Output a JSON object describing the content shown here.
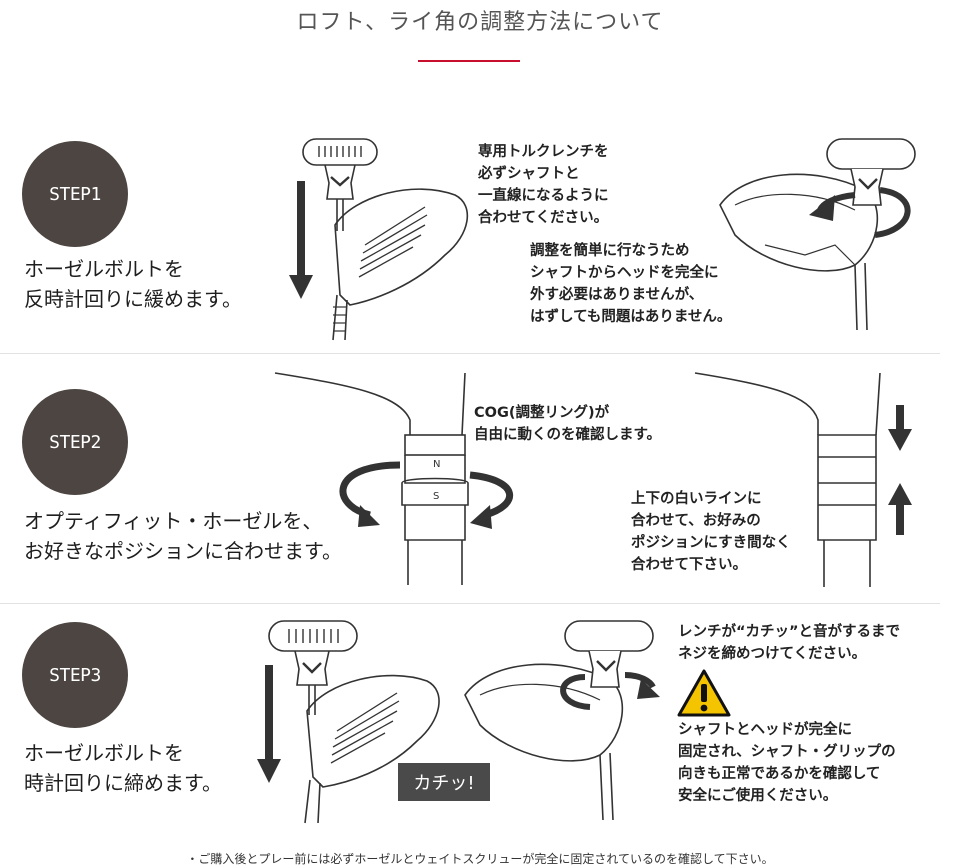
{
  "title": "ロフト、ライ角の調整方法について",
  "steps": [
    {
      "badge": "STEP1",
      "text": "ホーゼルボルトを\n反時計回りに緩めます。",
      "notes": [
        "専用トルクレンチを\n必ずシャフトと\n一直線になるように\n合わせてください。",
        "調整を簡単に行なうため\nシャフトからヘッドを完全に\n外す必要はありませんが、\nはずしても問題はありません。"
      ]
    },
    {
      "badge": "STEP2",
      "text": "オプティフィット・ホーゼルを、\nお好きなポジションに合わせます。",
      "notes": [
        "COG(調整リング)が\n自由に動くのを確認します。",
        "上下の白いラインに\n合わせて、お好みの\nポジションにすき間なく\n合わせて下さい。"
      ],
      "ring_top": "N",
      "ring_bottom": "S"
    },
    {
      "badge": "STEP3",
      "text": "ホーゼルボルトを\n時計回りに締めます。",
      "notes": [
        "レンチが“カチッ”と音がするまで\nネジを締めつけてください。",
        "シャフトとヘッドが完全に\n固定され、シャフト・グリップの\n向きも正常であるかを確認して\n安全にご使用ください。"
      ],
      "click_caption": "カチッ!"
    }
  ],
  "footer": "・ご購入後とプレー前には必ずホーゼルとウェイトスクリューが完全に固定されているのを確認して下さい。",
  "colors": {
    "accent": "#c8102e",
    "circle": "#4d4542",
    "warning": "#f5c400"
  },
  "icons": [
    "torque-wrench-icon",
    "arrow-down-icon",
    "rotate-arrow-icon",
    "warning-icon"
  ]
}
